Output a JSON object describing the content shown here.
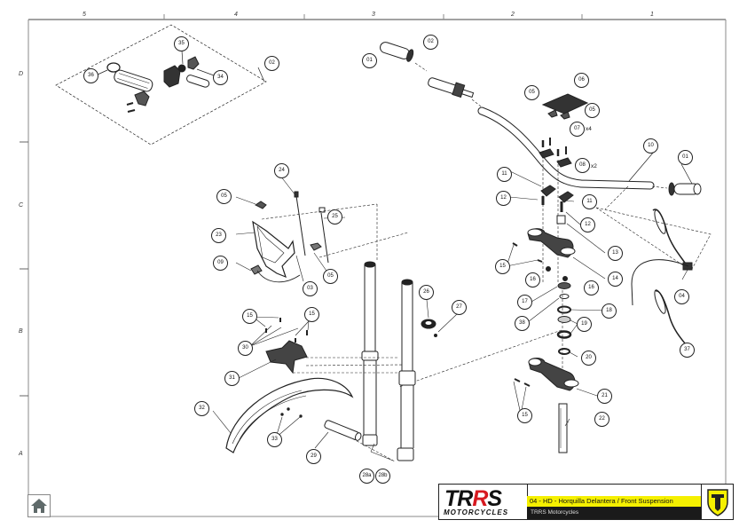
{
  "sheet": {
    "zones_columns": [
      "5",
      "4",
      "3",
      "2",
      "1"
    ],
    "zones_rows": [
      "D",
      "C",
      "B",
      "A"
    ]
  },
  "title_block": {
    "logo_text": "TRRS",
    "logo_subtext": "MOTORCYCLES",
    "title": "04 - HD - Horquilla Delantera / Front Suspension",
    "subtitle": "TRRS Motorcycles",
    "accent_color": "#f5f000",
    "logo_red": "#d71920"
  },
  "navigation": {
    "home_icon": "home-icon"
  },
  "callouts": [
    {
      "id": "c-36",
      "label": "36"
    },
    {
      "id": "c-35",
      "label": "35"
    },
    {
      "id": "c-34",
      "label": "34"
    },
    {
      "id": "c-02a",
      "label": "02"
    },
    {
      "id": "c-01a",
      "label": "01"
    },
    {
      "id": "c-02b",
      "label": "02"
    },
    {
      "id": "c-06",
      "label": "06"
    },
    {
      "id": "c-05a",
      "label": "05"
    },
    {
      "id": "c-05b",
      "label": "05"
    },
    {
      "id": "c-07",
      "label": "07"
    },
    {
      "id": "c-08",
      "label": "08"
    },
    {
      "id": "c-10",
      "label": "10"
    },
    {
      "id": "c-01b",
      "label": "01"
    },
    {
      "id": "c-11a",
      "label": "11"
    },
    {
      "id": "c-11b",
      "label": "11"
    },
    {
      "id": "c-12a",
      "label": "12"
    },
    {
      "id": "c-12b",
      "label": "12"
    },
    {
      "id": "c-13",
      "label": "13"
    },
    {
      "id": "c-14",
      "label": "14"
    },
    {
      "id": "c-15a",
      "label": "15"
    },
    {
      "id": "c-16a",
      "label": "16"
    },
    {
      "id": "c-16b",
      "label": "16"
    },
    {
      "id": "c-17",
      "label": "17"
    },
    {
      "id": "c-38",
      "label": "38"
    },
    {
      "id": "c-18",
      "label": "18"
    },
    {
      "id": "c-19",
      "label": "19"
    },
    {
      "id": "c-20",
      "label": "20"
    },
    {
      "id": "c-21",
      "label": "21"
    },
    {
      "id": "c-15b",
      "label": "15"
    },
    {
      "id": "c-22",
      "label": "22"
    },
    {
      "id": "c-04",
      "label": "04"
    },
    {
      "id": "c-37",
      "label": "37"
    },
    {
      "id": "c-24",
      "label": "24"
    },
    {
      "id": "c-05c",
      "label": "05"
    },
    {
      "id": "c-25",
      "label": "25"
    },
    {
      "id": "c-23",
      "label": "23"
    },
    {
      "id": "c-09",
      "label": "09"
    },
    {
      "id": "c-03",
      "label": "03"
    },
    {
      "id": "c-05d",
      "label": "05"
    },
    {
      "id": "c-26",
      "label": "26"
    },
    {
      "id": "c-27",
      "label": "27"
    },
    {
      "id": "c-15c",
      "label": "15"
    },
    {
      "id": "c-15d",
      "label": "15"
    },
    {
      "id": "c-30",
      "label": "30"
    },
    {
      "id": "c-31",
      "label": "31"
    },
    {
      "id": "c-32",
      "label": "32"
    },
    {
      "id": "c-33",
      "label": "33"
    },
    {
      "id": "c-29",
      "label": "29"
    },
    {
      "id": "c-28a",
      "label": "28a"
    },
    {
      "id": "c-28b",
      "label": "28b"
    }
  ],
  "quantities": {
    "q07": "x4",
    "q08": "x2"
  }
}
